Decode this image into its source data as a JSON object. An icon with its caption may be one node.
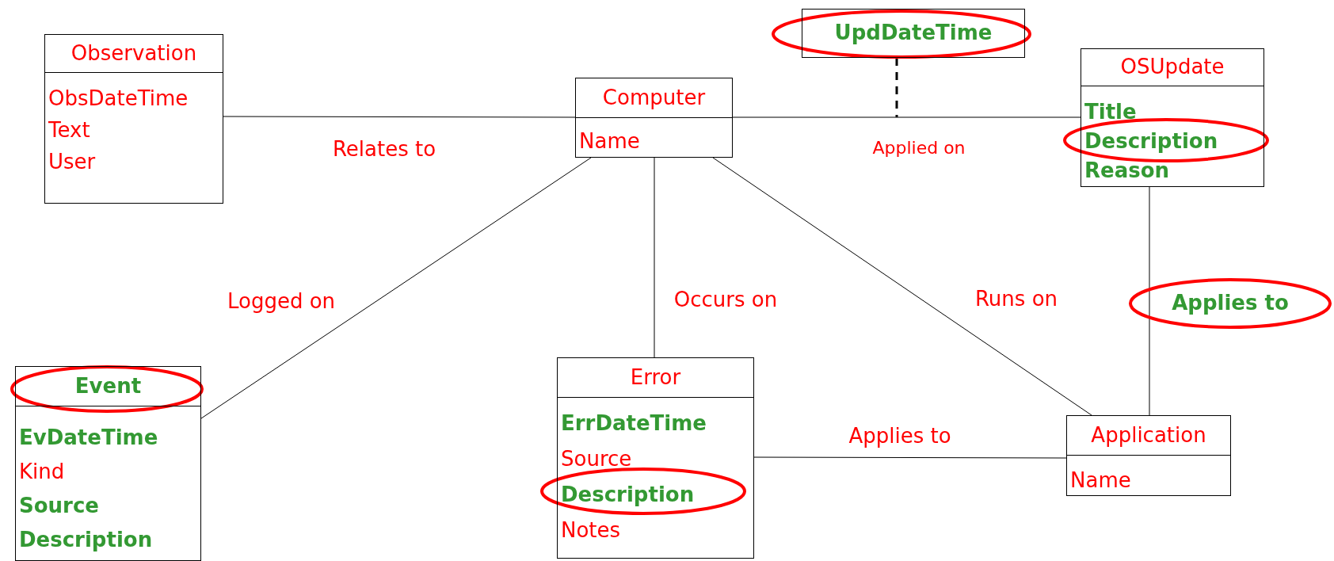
{
  "diagram": {
    "nodes": [
      {
        "text": [
          "**UpdDateTime**"
        ]
      },
      {
        "text": [
          "Observation",
          "ObsDateTime",
          "Text",
          "User"
        ]
      },
      {
        "text": [
          "OSUpdate",
          "**Title**",
          "**Description**",
          "**Reason**"
        ]
      },
      {
        "text": [
          "Computer",
          "Name"
        ]
      },
      {
        "text": [
          "**Event**",
          "**EvDateTime**",
          "Kind",
          "**Source**",
          "**Description**"
        ]
      },
      {
        "text": [
          "Error",
          "**ErrDateTime**",
          "Source",
          "**Description**",
          "Notes"
        ]
      },
      {
        "text": [
          "Application",
          "Name"
        ]
      }
    ],
    "edges": [
      {
        "from": 1,
        "to": 3,
        "arrow": "none",
        "label": "Relates to"
      },
      {
        "from": 3,
        "to": 2,
        "arrow": "none",
        "label": "Applied on"
      },
      {
        "from": 0,
        "to": null,
        "arrow": "none",
        "style": "dashed"
      },
      {
        "from": 3,
        "to": 4,
        "arrow": "none",
        "label": "Logged on"
      },
      {
        "from": 3,
        "to": 5,
        "arrow": "none",
        "label": "Occurs on"
      },
      {
        "from": 3,
        "to": 6,
        "arrow": "none",
        "label": "Runs on"
      },
      {
        "from": 2,
        "to": 6,
        "arrow": "none",
        "label": "**Applies to**"
      },
      {
        "from": 5,
        "to": 6,
        "arrow": "none",
        "label": "Applies to"
      }
    ]
  }
}
